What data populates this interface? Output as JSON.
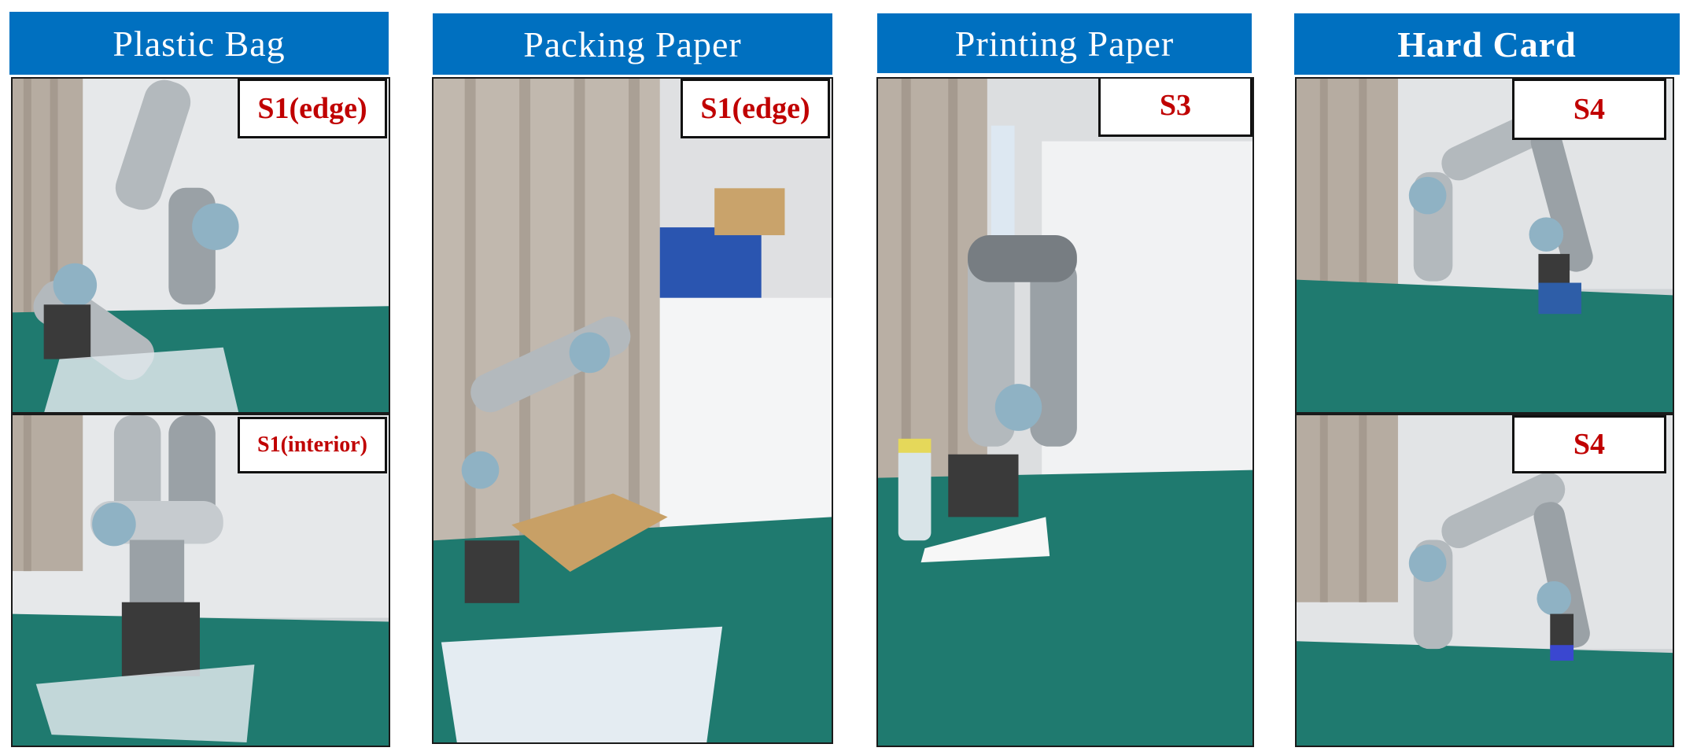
{
  "columns": [
    {
      "title": "Plastic Bag",
      "panels": [
        {
          "label": "S1(edge)",
          "scene": "robot arm grasping the edge of a plastic bag on a green table"
        },
        {
          "label": "S1(interior)",
          "scene": "robot arm grasping the interior of a plastic bag on a green table"
        }
      ]
    },
    {
      "title": "Packing Paper",
      "panels": [
        {
          "label": "S1(edge)",
          "scene": "robot arm near a cardboard box and a sheet of packing paper on a table"
        }
      ]
    },
    {
      "title": "Printing Paper",
      "panels": [
        {
          "label": "S3",
          "scene": "robot arm pressing on a sheet of printing paper next to a water bottle"
        }
      ]
    },
    {
      "title": "Hard Card",
      "panels": [
        {
          "label": "S4",
          "scene": "robot arm holding a hard card above a green table"
        },
        {
          "label": "S4",
          "scene": "robot arm lowering a hard card onto a green table"
        }
      ]
    }
  ],
  "colors": {
    "header_bg": "#0070c0",
    "header_text": "#ffffff",
    "label_text": "#c00000",
    "table_green": "#1f7a6f",
    "wall": "#e8eaec",
    "curtain": "#b9aea3"
  }
}
